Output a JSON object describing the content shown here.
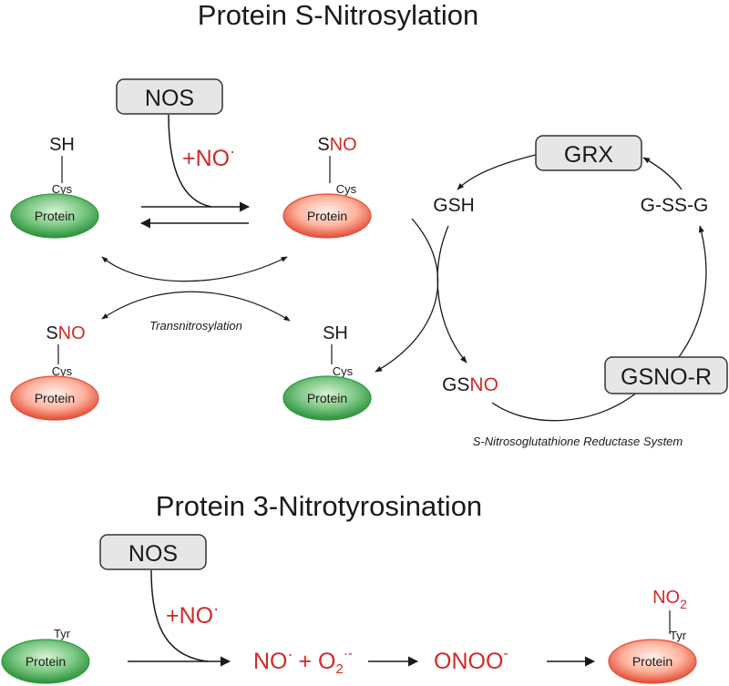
{
  "colors": {
    "text": "#1a1a1a",
    "red": "#d02a26",
    "line": "#1a1a1a",
    "box_fill": "#e6e6e6",
    "box_stroke": "#333333",
    "green_light": "#a6dba0",
    "green_dark": "#2e9a3e",
    "red_light": "#ffd2c4",
    "red_dark": "#e0503a"
  },
  "section1": {
    "title": "Protein S-Nitrosylation",
    "nos_label": "NOS",
    "plus_no": "+NO",
    "radical": "·",
    "sh_top_left": "SH",
    "cys_top_left": "Cys",
    "protein_top_left": "Protein",
    "sno_top_mid_s": "S",
    "sno_top_mid_no": "NO",
    "cys_top_mid": "Cys",
    "protein_top_mid": "Protein",
    "transnitrosylation": "Transnitrosylation",
    "sno_bottom_left_s": "S",
    "sno_bottom_left_no": "NO",
    "cys_bottom_left": "Cys",
    "protein_bottom_left": "Protein",
    "sh_bottom_mid": "SH",
    "cys_bottom_mid": "Cys",
    "protein_bottom_mid": "Protein"
  },
  "cycle": {
    "grx_label": "GRX",
    "gssg_label": "G-SS-G",
    "gsh_label": "GSH",
    "gsno_gs": "GS",
    "gsno_no": "NO",
    "gsnor_label": "GSNO-R",
    "caption": "S-Nitrosoglutathione Reductase System"
  },
  "section2": {
    "title": "Protein 3-Nitrotyrosination",
    "nos_label": "NOS",
    "plus_no": "+NO",
    "radical": "·",
    "tyr_left": "Tyr",
    "protein_left": "Protein",
    "no_term": "NO",
    "plus": "+ O",
    "o2_sub": "2",
    "o2_sup": "·-",
    "onoo": "ONOO",
    "onoo_sup": "-",
    "no2": "NO",
    "no2_sub": "2",
    "tyr_right": "Tyr",
    "protein_right": "Protein"
  }
}
